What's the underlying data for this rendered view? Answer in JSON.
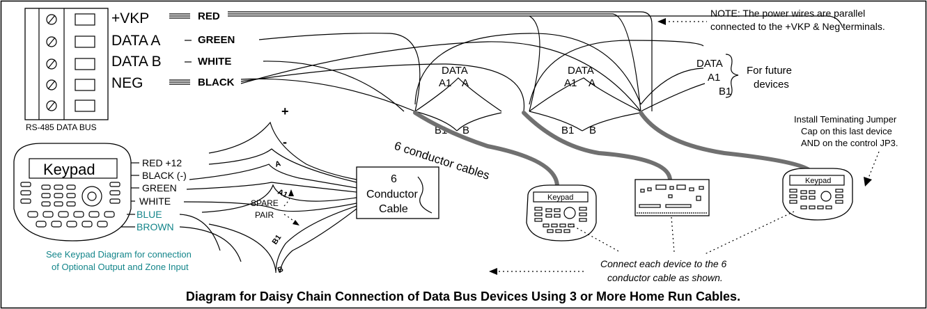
{
  "terminal": {
    "labels": [
      "+VKP",
      "DATA A",
      "DATA B",
      "NEG"
    ],
    "wires": [
      "RED",
      "GREEN",
      "WHITE",
      "BLACK"
    ],
    "caption": "RS-485 DATA BUS"
  },
  "note": {
    "line1": "NOTE: The power wires are parallel",
    "line2": "connected to the +VKP & Neg terminals."
  },
  "junctions": {
    "data": "DATA",
    "a1": "A1",
    "a": "A",
    "b1": "B1",
    "b": "B"
  },
  "future": {
    "data": "DATA",
    "a1": "A1",
    "b1": "B1",
    "line1": "For future",
    "line2": "devices"
  },
  "install_note": {
    "line1": "Install Teminating Jumper",
    "line2": "Cap on this last device",
    "line3": "AND on the control JP3."
  },
  "cables_label": "6 conductor cables",
  "polarity": {
    "plus": "+",
    "minus": "-"
  },
  "cable_box": {
    "line1": "6",
    "line2": "Conductor",
    "line3": "Cable"
  },
  "keypad": {
    "title": "Keypad",
    "wires": [
      "RED +12",
      "BLACK (-)",
      "GREEN",
      "WHITE",
      "BLUE",
      "BROWN"
    ],
    "note_line1": "See Keypad Diagram for connection",
    "note_line2": "of Optional Output and Zone Input"
  },
  "conductor_labels": {
    "a": "A",
    "a1": "A1",
    "b1": "B1",
    "b": "B"
  },
  "spare_pair": {
    "line1": "SPARE",
    "line2": "PAIR"
  },
  "device_keypad_label": "Keypad",
  "connect_note": {
    "line1": "Connect each device to the 6",
    "line2": "conductor cable as shown."
  },
  "title": "Diagram for Daisy Chain Connection of Data Bus Devices Using 3 or More Home Run Cables.",
  "colors": {
    "teal_text": "#13858a",
    "cable_gray": "#707070"
  }
}
